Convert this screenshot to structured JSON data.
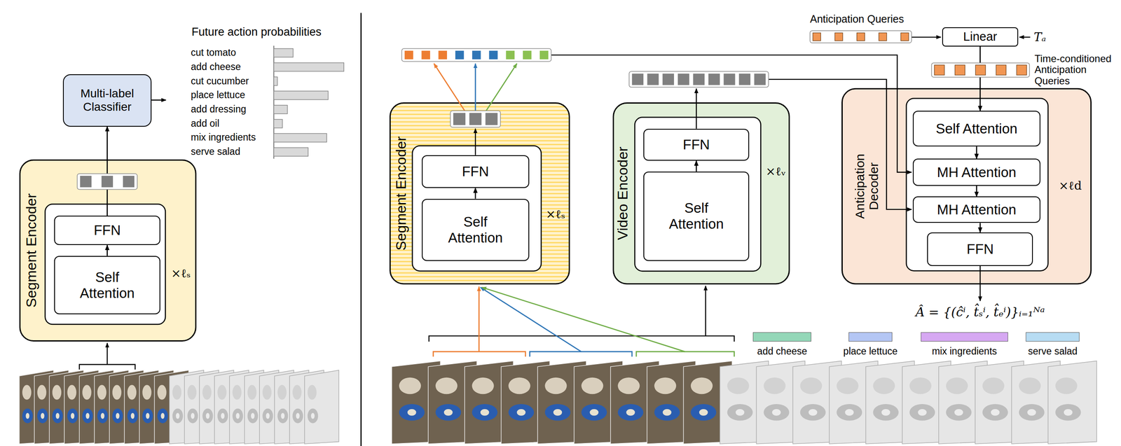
{
  "diagram": {
    "nodes": [
      {
        "text": [
          "Segment Encoder"
        ]
      },
      {
        "text": [
          "FFN"
        ],
        "in": 0
      },
      {
        "text": [
          "Self Attention"
        ],
        "in": 0
      },
      {
        "text": [
          "Multi-label Classifier"
        ]
      },
      {
        "text": [
          "Segment Encoder"
        ]
      },
      {
        "text": [
          "FFN"
        ],
        "in": 4
      },
      {
        "text": [
          "Self Attention"
        ],
        "in": 4
      },
      {
        "text": [
          "Video Encoder"
        ]
      },
      {
        "text": [
          "FFN"
        ],
        "in": 7
      },
      {
        "text": [
          "Self Attention"
        ],
        "in": 7
      },
      {
        "text": [
          "Linear"
        ]
      },
      {
        "text": [
          "Anticipation Decoder"
        ]
      },
      {
        "text": [
          "Self Attention"
        ],
        "in": 11
      },
      {
        "text": [
          "MH Attention"
        ],
        "in": 11
      },
      {
        "text": [
          "MH Attention"
        ],
        "in": 11
      },
      {
        "text": [
          "FFN"
        ],
        "in": 11
      }
    ],
    "edges": [
      {
        "from": 2,
        "to": 1,
        "arrow": "to"
      },
      {
        "from": 1,
        "to": 3,
        "arrow": "to"
      },
      {
        "from": 6,
        "to": 5,
        "arrow": "to"
      },
      {
        "from": 9,
        "to": 8,
        "arrow": "to"
      },
      {
        "from": 10,
        "to": 12,
        "arrow": "to"
      },
      {
        "from": 12,
        "to": 13,
        "arrow": "to"
      },
      {
        "from": 13,
        "to": 14,
        "arrow": "to"
      },
      {
        "from": 14,
        "to": 15,
        "arrow": "to"
      }
    ],
    "labels": [
      "×ℓₛ",
      "Future action probabilities",
      "cut tomato",
      "add cheese",
      "cut cucumber",
      "place lettuce",
      "add dressing",
      "add oil",
      "mix ingredients",
      "serve salad",
      "×ℓₛ",
      "×ℓᵥ",
      "Anticipation Queries",
      "Tₐ",
      "Time-conditioned Anticipation Queries",
      "×ℓd",
      "Â = {(ĉⁱ, t̂ₛⁱ, t̂ₑⁱ)}ᵢ₌₁ᴺᵃ"
    ],
    "legend": [
      {
        "text": "add cheese",
        "color": "#94d7b8"
      },
      {
        "text": "place lettuce",
        "color": "#b4c6f4"
      },
      {
        "text": "mix ingredients",
        "color": "#d6a8f2"
      },
      {
        "text": "serve salad",
        "color": "#b7dcf3"
      }
    ]
  }
}
